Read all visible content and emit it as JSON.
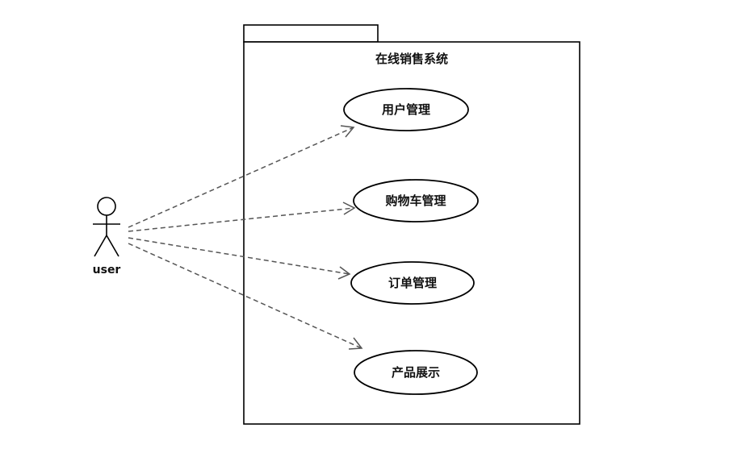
{
  "package": {
    "title": "在线销售系统"
  },
  "actor": {
    "name": "user"
  },
  "use_cases": [
    {
      "id": "uc-1",
      "label": "用户管理"
    },
    {
      "id": "uc-2",
      "label": "购物车管理"
    },
    {
      "id": "uc-3",
      "label": "订单管理"
    },
    {
      "id": "uc-4",
      "label": "产品展示"
    }
  ],
  "colors": {
    "stroke": "#000000",
    "dashed_link": "#555555",
    "background": "#ffffff"
  }
}
